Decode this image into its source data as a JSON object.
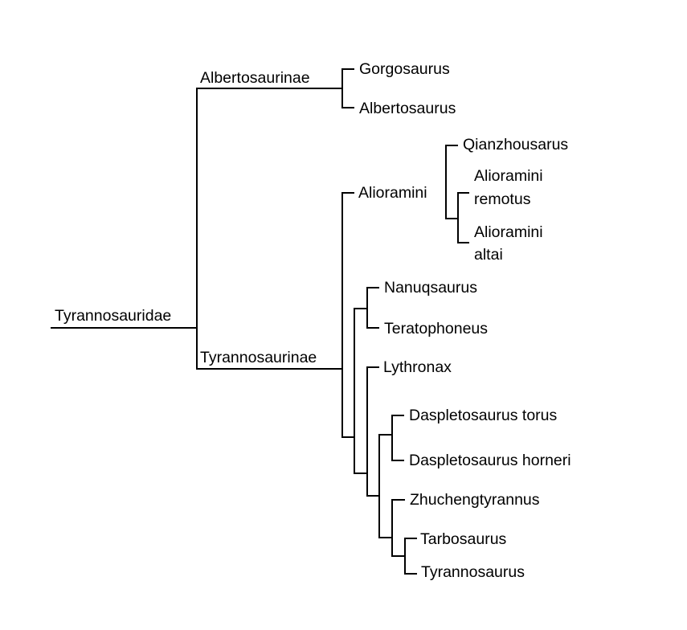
{
  "diagram": {
    "type": "cladogram",
    "line_color": "#000000",
    "background": "#ffffff",
    "root": {
      "label": "Tyrannosauridae",
      "children": [
        {
          "label": "Albertosaurinae",
          "children": [
            {
              "label": "Gorgosaurus"
            },
            {
              "label": "Albertosaurus"
            }
          ]
        },
        {
          "label": "Tyrannosaurinae",
          "children": [
            {
              "label": "Alioramini",
              "children": [
                {
                  "label": "Qianzhousarus"
                },
                {
                  "children": [
                    {
                      "label": "Alioramini remotus",
                      "lines": [
                        "Alioramini",
                        "remotus"
                      ]
                    },
                    {
                      "label": "Alioramini altai",
                      "lines": [
                        "Alioramini",
                        "altai"
                      ]
                    }
                  ]
                }
              ]
            },
            {
              "children": [
                {
                  "children": [
                    {
                      "label": "Nanuqsaurus"
                    },
                    {
                      "label": "Teratophoneus"
                    }
                  ]
                },
                {
                  "children": [
                    {
                      "label": "Lythronax"
                    },
                    {
                      "children": [
                        {
                          "children": [
                            {
                              "label": "Daspletosaurus torus"
                            },
                            {
                              "label": "Daspletosaurus horneri"
                            }
                          ]
                        },
                        {
                          "children": [
                            {
                              "label": "Zhuchengtyrannus"
                            },
                            {
                              "children": [
                                {
                                  "label": "Tarbosaurus"
                                },
                                {
                                  "label": "Tyrannosaurus"
                                }
                              ]
                            }
                          ]
                        }
                      ]
                    }
                  ]
                }
              ]
            }
          ]
        }
      ]
    },
    "labels": {
      "tyrannosauridae": "Tyrannosauridae",
      "albertosaurinae": "Albertosaurinae",
      "tyrannosaurinae": "Tyrannosaurinae",
      "alioramini": "Alioramini",
      "gorgosaurus": "Gorgosaurus",
      "albertosaurus": "Albertosaurus",
      "qianzhousarus": "Qianzhousarus",
      "remotus_line1": "Alioramini",
      "remotus_line2": "remotus",
      "altai_line1": "Alioramini",
      "altai_line2": "altai",
      "nanuqsaurus": "Nanuqsaurus",
      "teratophoneus": "Teratophoneus",
      "lythronax": "Lythronax",
      "daspletosaurus_torus": "Daspletosaurus torus",
      "daspletosaurus_horneri": "Daspletosaurus horneri",
      "zhuchengtyrannus": "Zhuchengtyrannus",
      "tarbosaurus": "Tarbosaurus",
      "tyrannosaurus": "Tyrannosaurus"
    }
  }
}
